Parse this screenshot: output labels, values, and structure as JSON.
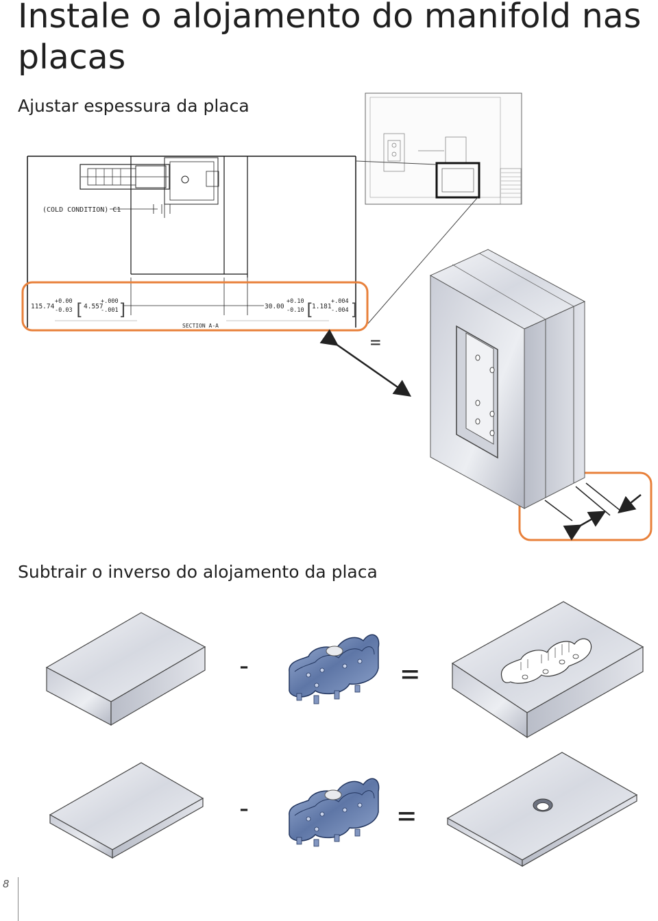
{
  "page": {
    "title": "Instale o alojamento do manifold nas placas",
    "subtitle_1": "Ajustar espessura da placa",
    "subtitle_2": "Subtrair o inverso do alojamento da placa",
    "page_number": "8"
  },
  "drawing": {
    "cold_condition_label": "(COLD CONDITION) C1",
    "section_label": "SECTION A-A",
    "dim_left_value": "115.74",
    "dim_left_tol_plus": "+0.00",
    "dim_left_tol_minus": "-0.03",
    "dim_left_inch": "4.557",
    "dim_left_inch_plus": "+.000",
    "dim_left_inch_minus": "-.001",
    "dim_right_value": "30.00",
    "dim_right_tol_plus": "+0.10",
    "dim_right_tol_minus": "-0.10",
    "dim_right_inch": "1.181",
    "dim_right_inch_plus": "+.004",
    "dim_right_inch_minus": "-.004"
  },
  "symbols": {
    "equals_top": "=",
    "minus_row1": "-",
    "equals_row1": "=",
    "minus_row2": "-",
    "equals_row2": "="
  },
  "colors": {
    "highlight": "#e8803a",
    "metal_light": "#e4e6ec",
    "metal_dark": "#9ea4b2",
    "insert_blue": "#6f86b4"
  }
}
